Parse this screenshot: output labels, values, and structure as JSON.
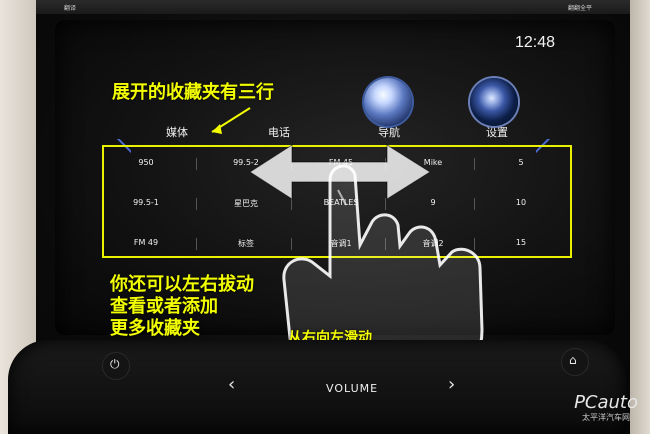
{
  "top_bar": {
    "left_label": "翻译",
    "right_label": "翻翻全平"
  },
  "clock": "12:48",
  "top_menu": {
    "items": [
      {
        "label": "媒体"
      },
      {
        "label": "电话"
      },
      {
        "label": "导航"
      },
      {
        "label": "设置"
      }
    ]
  },
  "favorites": {
    "rows": [
      [
        "950",
        "99.5-2",
        "FM 45",
        "Mike",
        "5"
      ],
      [
        "99.5-1",
        "星巴克",
        "BEATLES",
        "9",
        "10"
      ],
      [
        "FM 49",
        "标签",
        "音调1",
        "音调2",
        "15"
      ]
    ]
  },
  "annotations": {
    "top": "展开的收藏夹有三行",
    "middle": "你还可以左右拔动\n查看或者添加\n更多收藏夹",
    "bottom": "从右向左滑动"
  },
  "bottom_controls": {
    "volume_label": "VOLUME"
  },
  "watermark": {
    "brand": "PCauto",
    "site": "太平洋汽车网"
  },
  "colors": {
    "annotation_yellow": "#f3ff00",
    "accent_blue": "#4a6ad4"
  }
}
